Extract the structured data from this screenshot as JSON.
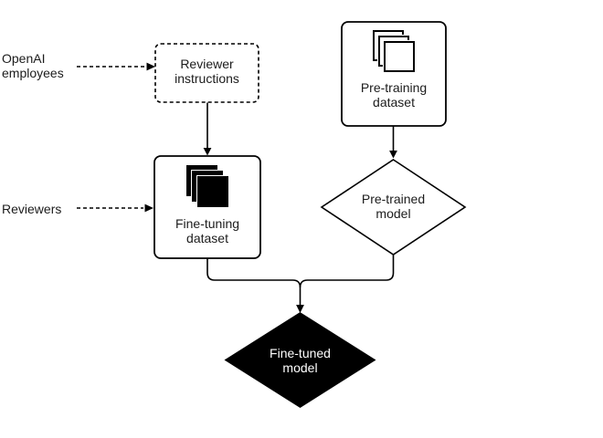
{
  "colors": {
    "background": "#ffffff",
    "stroke": "#000000",
    "text": "#1c1c1c",
    "dark_node_fill": "#000000",
    "dark_node_text": "#ffffff"
  },
  "side_labels": {
    "openai_employees": {
      "line1": "OpenAI",
      "line2": "employees"
    },
    "reviewers": {
      "line1": "Reviewers"
    }
  },
  "nodes": {
    "reviewer_instructions": {
      "line1": "Reviewer",
      "line2": "instructions",
      "shape": "dashed-rounded-rect"
    },
    "fine_tuning_dataset": {
      "line1": "Fine-tuning",
      "line2": "dataset",
      "shape": "rounded-rect",
      "icon": "stacked-pages-filled-icon"
    },
    "pre_training_dataset": {
      "line1": "Pre-training",
      "line2": "dataset",
      "shape": "rounded-rect",
      "icon": "stacked-pages-outline-icon"
    },
    "pre_trained_model": {
      "line1": "Pre-trained",
      "line2": "model",
      "shape": "diamond-outline"
    },
    "fine_tuned_model": {
      "line1": "Fine-tuned",
      "line2": "model",
      "shape": "diamond-filled"
    }
  },
  "edges": [
    {
      "from": "OpenAI employees",
      "to": "Reviewer instructions",
      "style": "dashed-arrow"
    },
    {
      "from": "Reviewers",
      "to": "Fine-tuning dataset",
      "style": "dashed-arrow"
    },
    {
      "from": "Reviewer instructions",
      "to": "Fine-tuning dataset",
      "style": "solid-arrow"
    },
    {
      "from": "Pre-training dataset",
      "to": "Pre-trained model",
      "style": "solid-arrow"
    },
    {
      "from": "Fine-tuning dataset",
      "to": "Fine-tuned model",
      "style": "solid-arrow-merged"
    },
    {
      "from": "Pre-trained model",
      "to": "Fine-tuned model",
      "style": "solid-arrow-merged"
    }
  ]
}
